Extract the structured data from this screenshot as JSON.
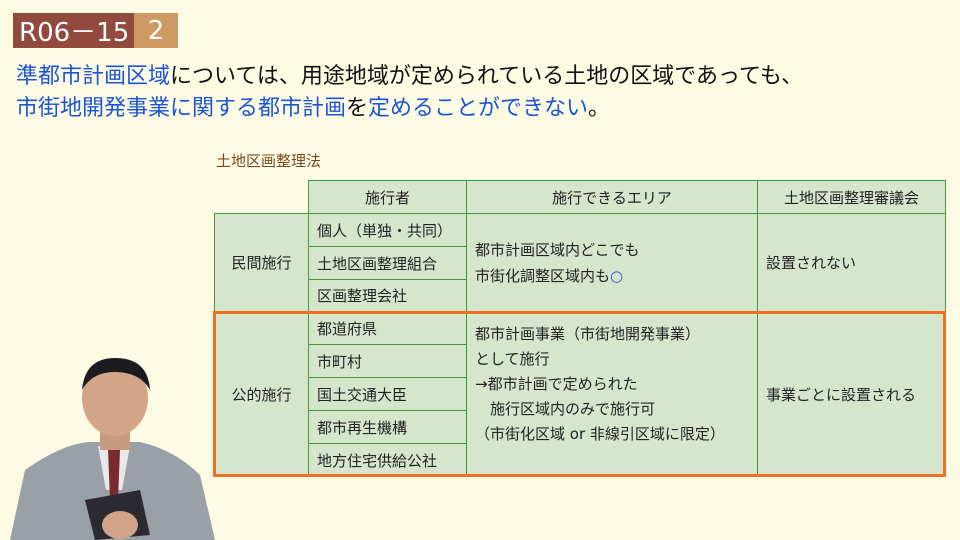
{
  "badge": {
    "id": "R06－15",
    "number": "2"
  },
  "statement": {
    "line1": [
      {
        "text": "準都市計画区域",
        "highlight": true
      },
      {
        "text": "については、用途地域が定められている土地の区域であっても、",
        "highlight": false
      }
    ],
    "line2": [
      {
        "text": "市街地開発事業に関する都市計画",
        "highlight": true
      },
      {
        "text": "を",
        "highlight": false
      },
      {
        "text": "定めることができない",
        "highlight": true
      },
      {
        "text": "。",
        "highlight": false
      }
    ]
  },
  "table": {
    "caption": "土地区画整理法",
    "headers": [
      "施行者",
      "施行できるエリア",
      "土地区画整理審議会"
    ],
    "private": {
      "label": "民間施行",
      "actors": [
        "個人（単独・共同）",
        "土地区画整理組合",
        "区画整理会社"
      ],
      "area": [
        "都市計画区域内どこでも",
        "市街化調整区域内も"
      ],
      "area_mark": "○",
      "council": "設置されない"
    },
    "public": {
      "label": "公的施行",
      "actors": [
        "都道府県",
        "市町村",
        "国土交通大臣",
        "都市再生機構",
        "地方住宅供給公社"
      ],
      "area": [
        "都市計画事業（市街地開発事業）",
        "として施行",
        "→都市計画で定められた",
        "　施行区域内のみで施行可",
        "（市街化区域 or 非線引区域に限定）"
      ],
      "council": "事業ごとに設置される"
    }
  },
  "colors": {
    "accent_blue": "#1a55d6",
    "highlight_frame": "#f07020",
    "cell_bg": "#d5e6cc",
    "border": "#3d9a3d"
  }
}
